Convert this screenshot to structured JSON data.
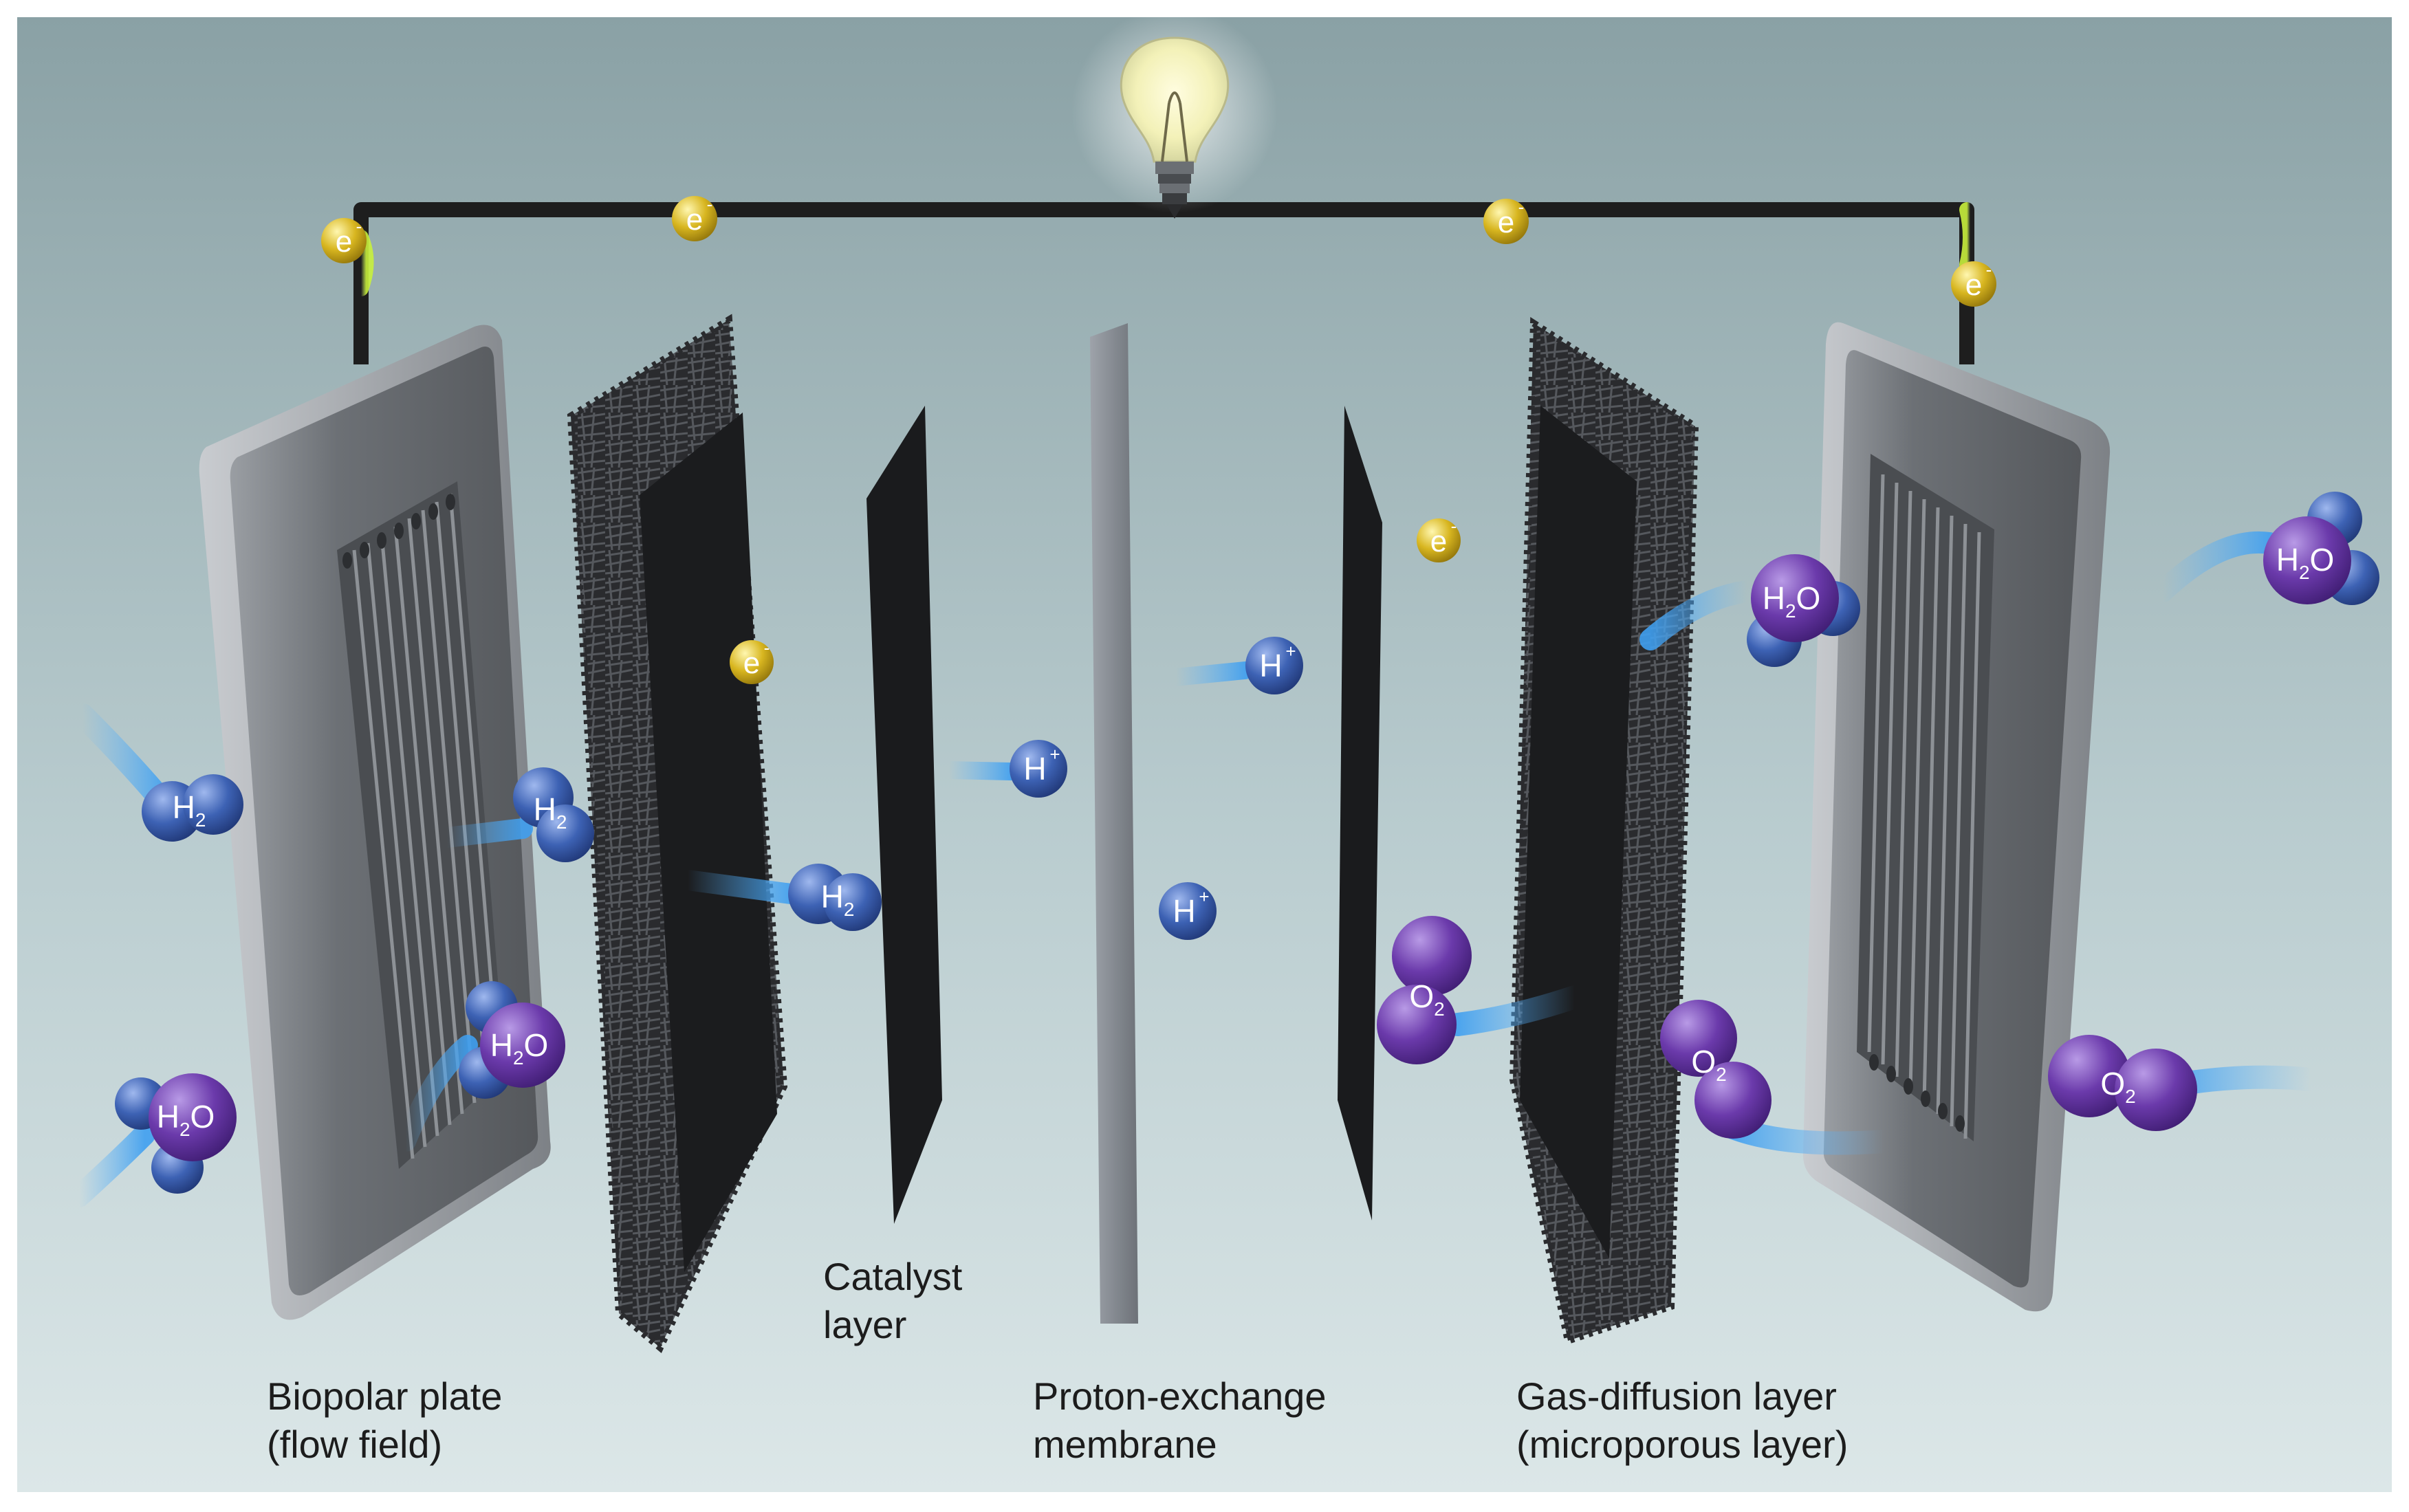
{
  "labels": {
    "bipolar_plate": [
      "Biopolar plate",
      "(flow field)"
    ],
    "catalyst_layer": [
      "Catalyst",
      "layer"
    ],
    "membrane": [
      "Proton-exchange",
      "membrane"
    ],
    "gas_diffusion": [
      "Gas-diffusion layer",
      "(microporous layer)"
    ]
  },
  "species": {
    "electron": "e",
    "electron_charge": "-",
    "hydrogen": "H",
    "hydrogen_sub": "2",
    "proton": "H",
    "proton_charge": "+",
    "oxygen": "O",
    "oxygen_sub": "2",
    "water_h": "H",
    "water_sub": "2",
    "water_o": "O"
  },
  "colors": {
    "background_top": "#8fa6aa",
    "background_bottom": "#d8e4e6",
    "plate": "#6f7276",
    "layer_dark": "#1b1c1e",
    "membrane": "#8a8f96",
    "hydrogen": "#3a5fb0",
    "oxygen": "#6a3aa6",
    "electron": "#d6b21e",
    "flow_trail": "#4fa9ee",
    "wire": "#1e1e1e"
  }
}
